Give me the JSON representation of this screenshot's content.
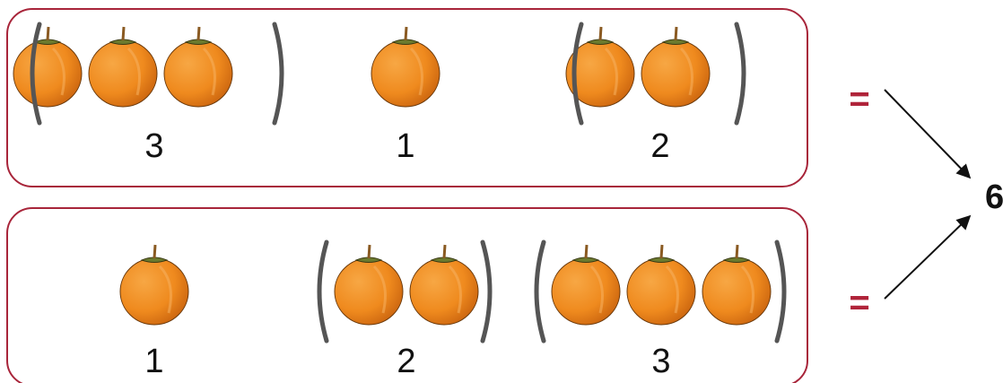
{
  "rows": [
    {
      "groups": [
        {
          "count": 3,
          "label": "3",
          "parenthesized": true
        },
        {
          "count": 1,
          "label": "1",
          "parenthesized": false
        },
        {
          "count": 2,
          "label": "2",
          "parenthesized": true
        }
      ],
      "equals": "="
    },
    {
      "groups": [
        {
          "count": 1,
          "label": "1",
          "parenthesized": false
        },
        {
          "count": 2,
          "label": "2",
          "parenthesized": true
        },
        {
          "count": 3,
          "label": "3",
          "parenthesized": true
        }
      ],
      "equals": "="
    }
  ],
  "total": "6",
  "colors": {
    "box_border": "#a8253a",
    "equals": "#b0243a",
    "orange_fill": "#f08a1c",
    "orange_dark": "#c8620e",
    "paren": "#555555",
    "arrow": "#111111",
    "text": "#111111"
  }
}
